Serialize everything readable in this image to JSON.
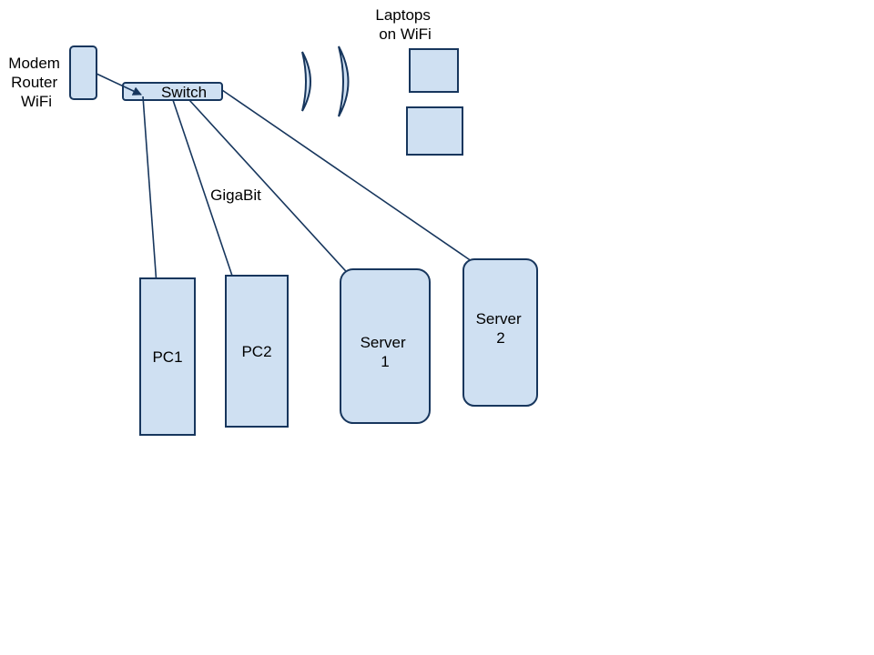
{
  "diagram": {
    "modem_label": [
      "Modem",
      "Router",
      "WiFi"
    ],
    "switch_label": "Switch",
    "laptops_label": [
      "Laptops",
      "on WiFi"
    ],
    "link_label": "GigaBit",
    "pc1_label": "PC1",
    "pc2_label": "PC2",
    "server1_label": [
      "Server",
      "1"
    ],
    "server2_label": [
      "Server",
      "2"
    ]
  },
  "colors": {
    "node_fill": "#cfe0f2",
    "stroke": "#17365d"
  },
  "icons": {
    "wifi": "wifi-signal-arcs-icon",
    "laptop": "laptop-box-icon"
  }
}
